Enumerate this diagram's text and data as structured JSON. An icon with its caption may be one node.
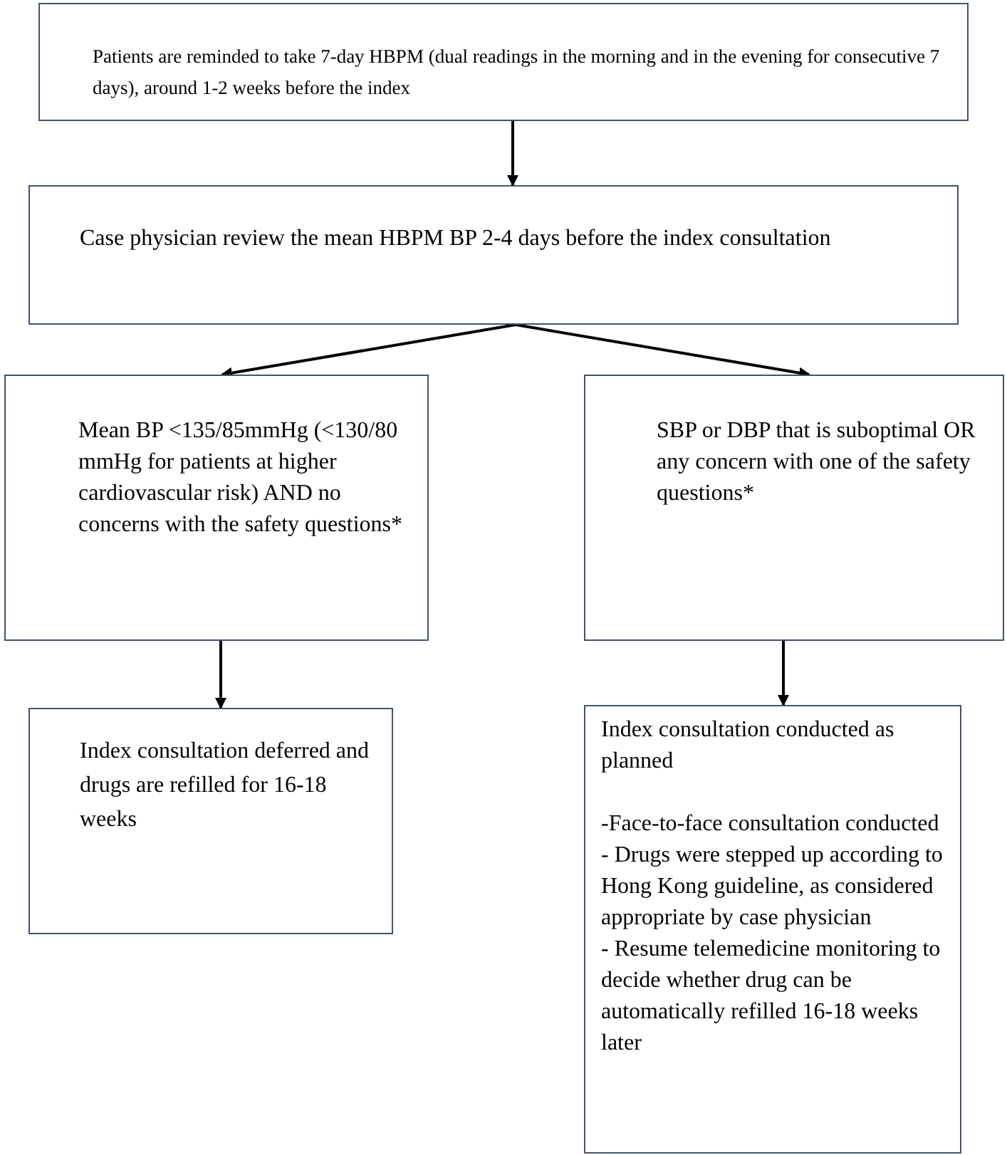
{
  "diagram": {
    "nodes": [
      {
        "text": [
          "Patients are reminded to take 7-day HBPM (dual readings in the morning and in the evening for consecutive 7 days), around 1-2 weeks before the index"
        ]
      },
      {
        "text": [
          "Case physician review the mean HBPM BP 2-4 days before the index consultation"
        ]
      },
      {
        "text": [
          "Mean BP <135/85mmHg (<130/80 mmHg for patients at higher cardiovascular risk) AND no concerns with the safety questions*"
        ]
      },
      {
        "text": [
          "SBP or DBP that is suboptimal OR any concern with one of the safety questions*"
        ]
      },
      {
        "text": [
          "Index consultation deferred and drugs are refilled for 16-18 weeks"
        ]
      },
      {
        "text": [
          "Index consultation conducted as planned",
          "-Face-to-face consultation conducted",
          "- Drugs were stepped up according to Hong Kong guideline, as considered appropriate by case physician",
          "- Resume telemedicine monitoring to decide whether drug can be automatically refilled 16-18 weeks later"
        ]
      }
    ],
    "edges": [
      {
        "from": 0,
        "to": 1,
        "arrow": "to"
      },
      {
        "from": 1,
        "to": 2,
        "arrow": "to"
      },
      {
        "from": 1,
        "to": 3,
        "arrow": "to"
      },
      {
        "from": 2,
        "to": 4,
        "arrow": "to"
      },
      {
        "from": 3,
        "to": 5,
        "arrow": "to"
      }
    ]
  }
}
